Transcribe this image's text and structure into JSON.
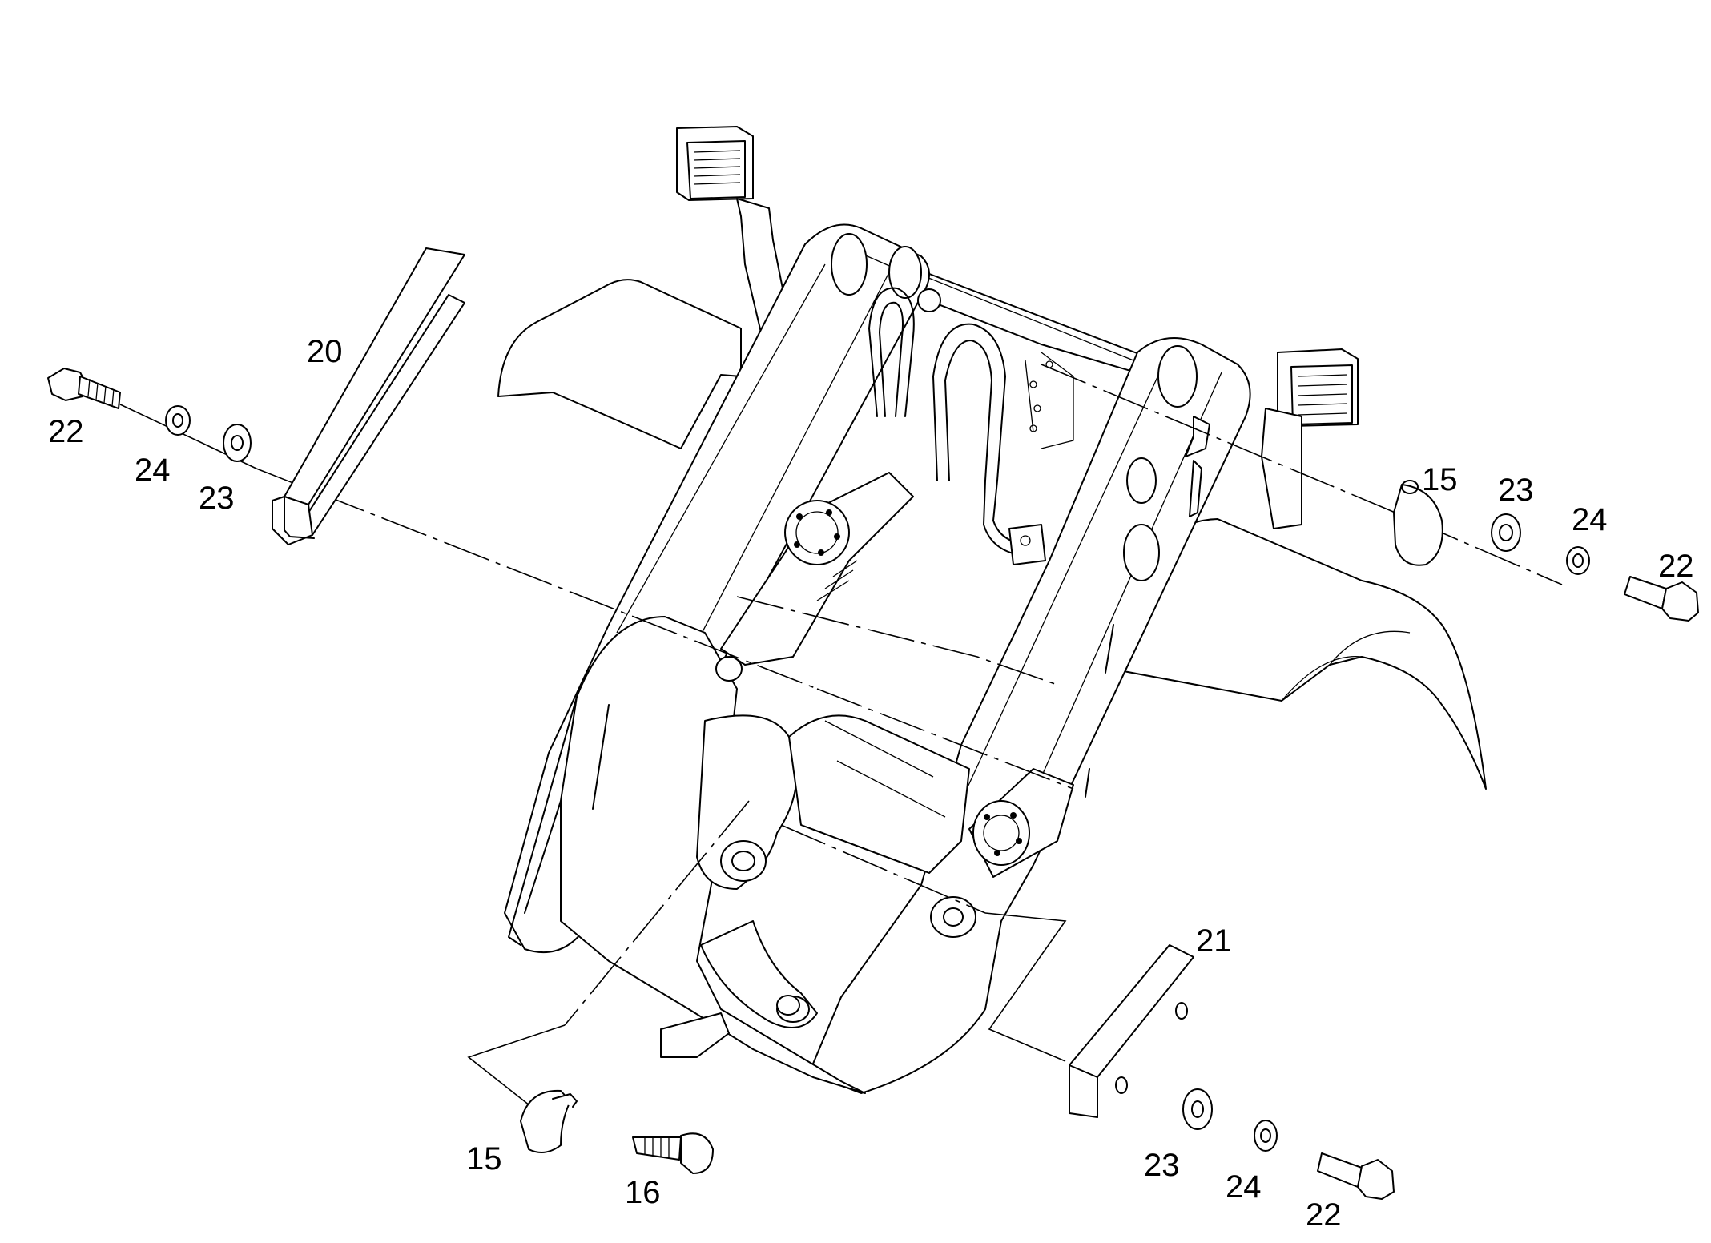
{
  "callouts": {
    "c20": "20",
    "c21": "21",
    "c22_left": "22",
    "c24_left": "24",
    "c23_left": "23",
    "c15_right": "15",
    "c23_right": "23",
    "c24_right": "24",
    "c22_right": "22",
    "c15_bottom": "15",
    "c16_bottom": "16",
    "c23_bottom": "23",
    "c24_bottom": "24",
    "c22_bottom": "22"
  },
  "colors": {
    "stroke": "#000000",
    "background": "#ffffff"
  }
}
